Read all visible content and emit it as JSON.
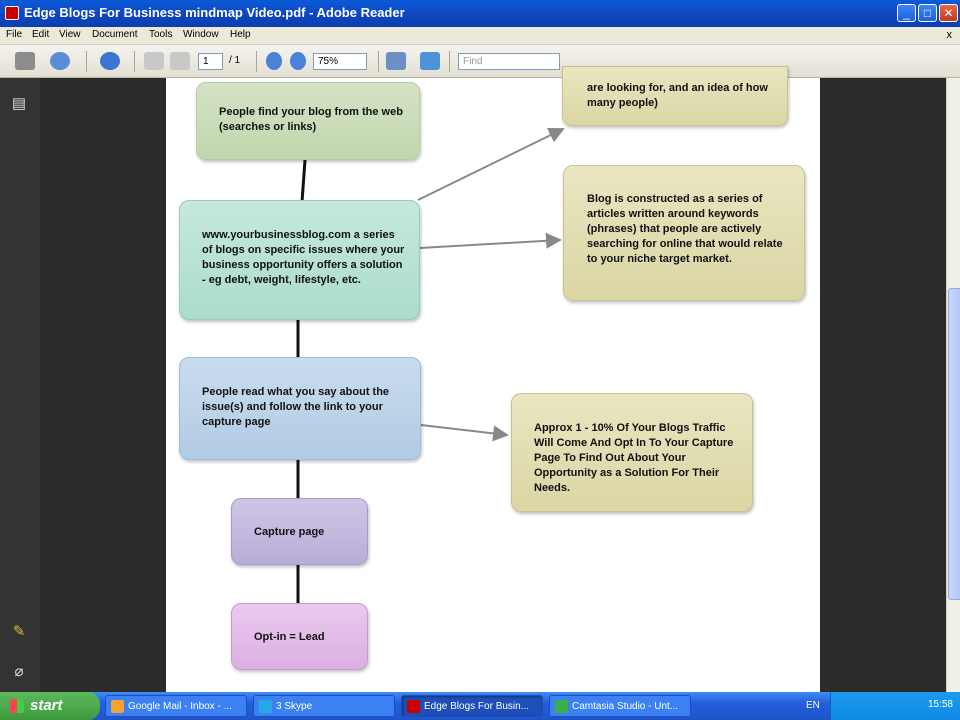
{
  "window": {
    "title": "Edge Blogs For Business mindmap Video.pdf - Adobe Reader",
    "controls": [
      "_",
      "□",
      "✕"
    ]
  },
  "menu": {
    "items": [
      "File",
      "Edit",
      "View",
      "Document",
      "Tools",
      "Window",
      "Help"
    ],
    "close_glyph": "x"
  },
  "toolbar": {
    "page_current": "1",
    "page_total": "/ 1",
    "zoom": "75%",
    "find_placeholder": "Find"
  },
  "mindmap": {
    "center_boxes": [
      "People find your blog from the web (searches or links)",
      "www.yourbusinessblog.com a series of blogs on specific issues where your business opportunity offers a solution - eg debt, weight, lifestyle, etc.",
      "People read what you say about the issue(s) and follow the link to your capture page",
      "Capture page",
      "Opt-in = Lead"
    ],
    "side_boxes": [
      "are looking for, and an idea of how many people)",
      "Blog is constructed as a series of articles written around keywords (phrases) that people are actively searching for online that would relate to your niche target market.",
      "Approx 1 - 10% Of Your Blogs Traffic Will Come And Opt In To Your Capture Page To Find Out About Your Opportunity as a Solution For Their Needs."
    ]
  },
  "taskbar": {
    "start": "start",
    "tasks": [
      "Google Mail - Inbox - ...",
      "3 Skype",
      "Edge Blogs For Busin...",
      "Camtasia Studio - Unt..."
    ],
    "language": "EN",
    "clock": "15:58"
  },
  "colors": {
    "titlebar": "#0f47c0",
    "page": "#ffffff",
    "taskbar": "#245edb"
  }
}
